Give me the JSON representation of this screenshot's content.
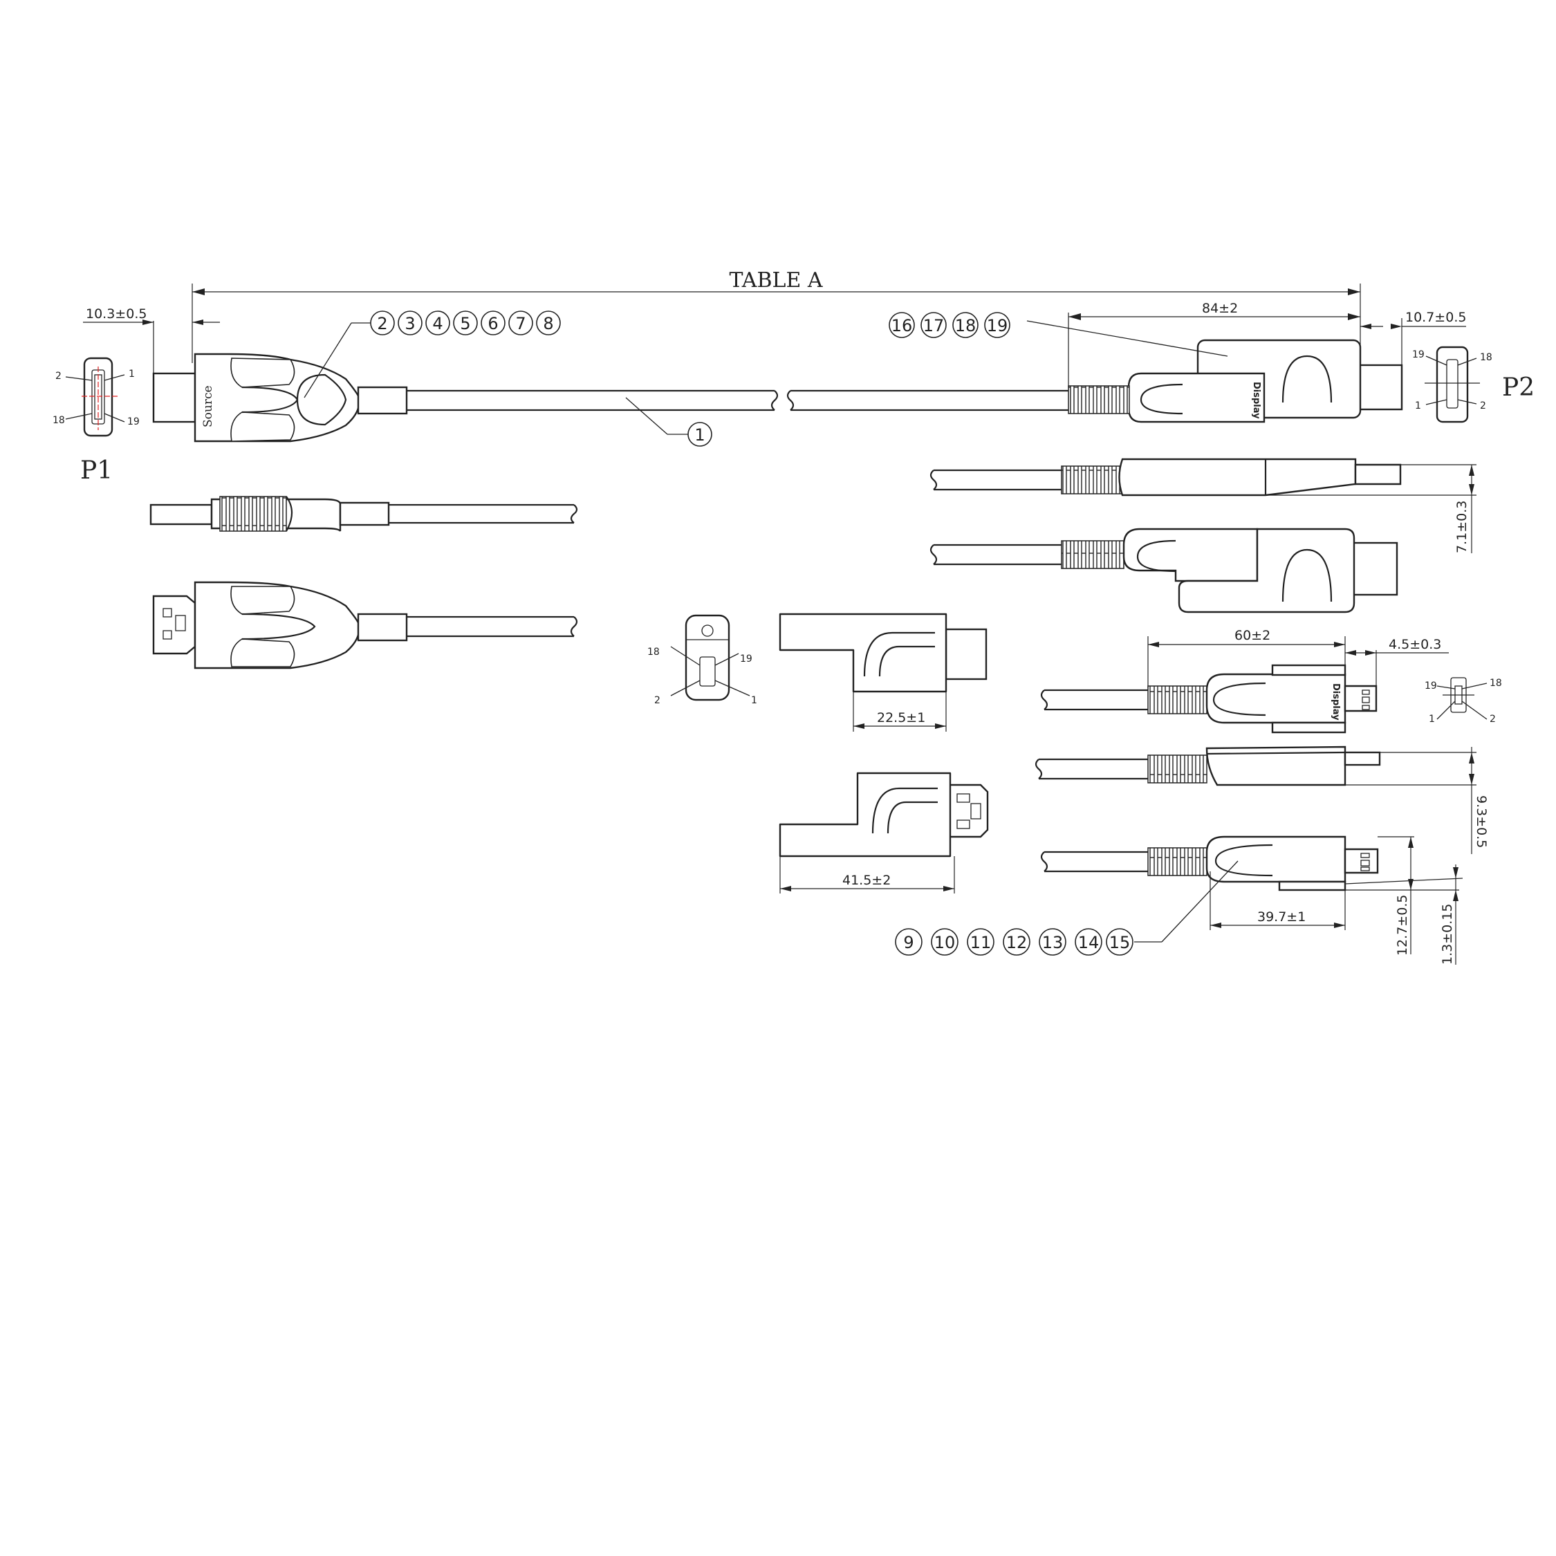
{
  "title": "TABLE A",
  "dimensions": {
    "p1_mouth": "10.3±0.5",
    "p2_mouth": "10.7±0.5",
    "display_body": "84±2",
    "height_large": "7.1±0.3",
    "mini_body": "60±2",
    "micro_tip": "4.5±0.3",
    "adapter_a": "22.5±1",
    "adapter_b": "41.5±2",
    "height_mid": "9.3±0.5",
    "micro_body": "39.7±1",
    "height_tall": "12.7±0.5",
    "micro_thick": "1.3±0.15"
  },
  "connectors": {
    "p1_label": "P1",
    "p2_label": "P2",
    "source_text": "Source",
    "display_text": "Display"
  },
  "callouts": {
    "cable": [
      "1"
    ],
    "source_group": [
      "2",
      "3",
      "4",
      "5",
      "6",
      "7",
      "8"
    ],
    "display_group": [
      "16",
      "17",
      "18",
      "19"
    ],
    "micro_group": [
      "9",
      "10",
      "11",
      "12",
      "13",
      "14",
      "15"
    ]
  },
  "pins": {
    "p1": [
      "2",
      "1",
      "18",
      "19"
    ],
    "p2": [
      "19",
      "18",
      "1",
      "2"
    ],
    "mid": [
      "18",
      "19",
      "2",
      "1"
    ],
    "small": [
      "19",
      "18",
      "1",
      "2"
    ]
  }
}
